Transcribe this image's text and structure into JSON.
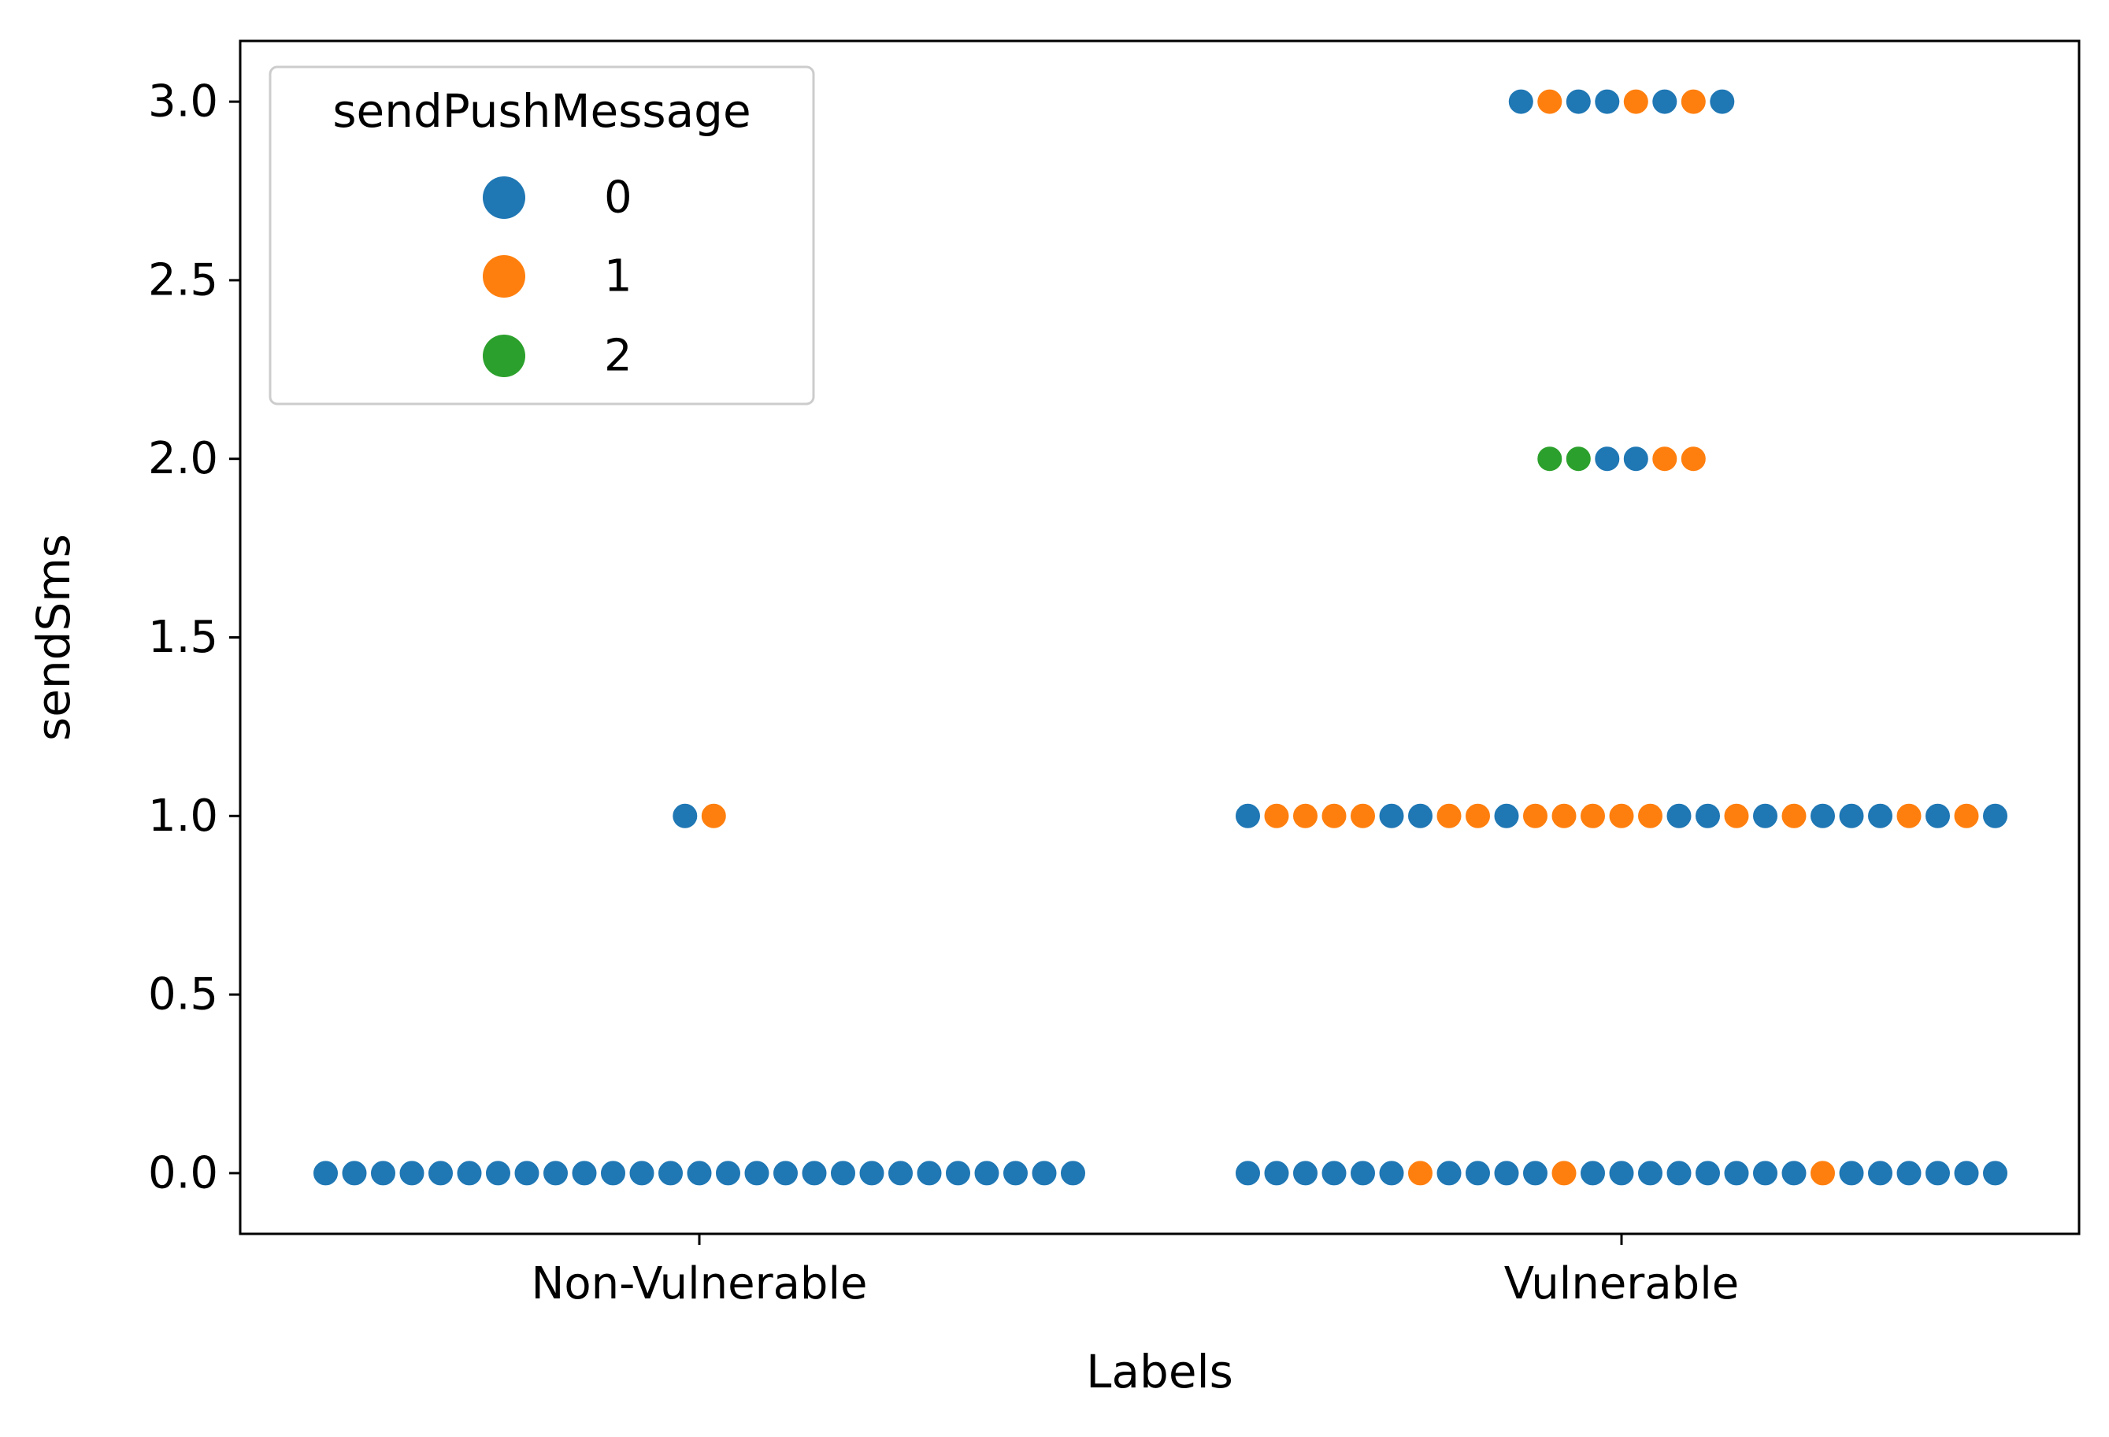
{
  "chart_data": {
    "type": "scatter",
    "subtype": "swarm",
    "title": "",
    "xlabel": "Labels",
    "ylabel": "sendSms",
    "categories": [
      "Non-Vulnerable",
      "Vulnerable"
    ],
    "ylim": [
      -0.17,
      3.17
    ],
    "yticks": [
      "0.0",
      "0.5",
      "1.0",
      "1.5",
      "2.0",
      "2.5",
      "3.0"
    ],
    "ytick_values": [
      0.0,
      0.5,
      1.0,
      1.5,
      2.0,
      2.5,
      3.0
    ],
    "grid": false,
    "legend": {
      "title": "sendPushMessage",
      "placement": "upper-left",
      "entries": [
        {
          "label": "0",
          "color": "#1f77b4"
        },
        {
          "label": "1",
          "color": "#ff7f0e"
        },
        {
          "label": "2",
          "color": "#2ca02c"
        }
      ]
    },
    "groups": [
      {
        "category": "Non-Vulnerable",
        "y": 0.0,
        "hues": [
          0,
          0,
          0,
          0,
          0,
          0,
          0,
          0,
          0,
          0,
          0,
          0,
          0,
          0,
          0,
          0,
          0,
          0,
          0,
          0,
          0,
          0,
          0,
          0,
          0,
          0,
          0
        ]
      },
      {
        "category": "Non-Vulnerable",
        "y": 1.0,
        "hues": [
          0,
          1
        ]
      },
      {
        "category": "Vulnerable",
        "y": 0.0,
        "hues": [
          0,
          0,
          0,
          0,
          0,
          0,
          1,
          0,
          0,
          0,
          0,
          1,
          0,
          0,
          0,
          0,
          0,
          0,
          0,
          0,
          1,
          0,
          0,
          0,
          0,
          0,
          0
        ]
      },
      {
        "category": "Vulnerable",
        "y": 1.0,
        "hues": [
          0,
          1,
          1,
          1,
          1,
          0,
          0,
          1,
          1,
          0,
          1,
          1,
          1,
          1,
          1,
          0,
          0,
          1,
          0,
          1,
          0,
          0,
          0,
          1,
          0,
          1,
          0
        ]
      },
      {
        "category": "Vulnerable",
        "y": 2.0,
        "hues": [
          2,
          2,
          0,
          0,
          1,
          1
        ]
      },
      {
        "category": "Vulnerable",
        "y": 3.0,
        "hues": [
          0,
          1,
          0,
          0,
          1,
          0,
          1,
          0
        ]
      }
    ]
  }
}
